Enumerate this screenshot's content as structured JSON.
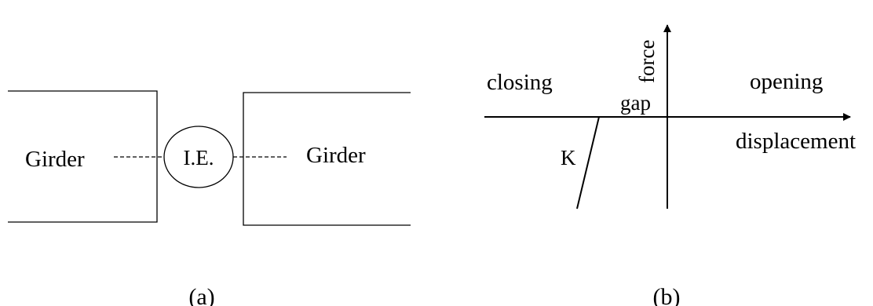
{
  "panel_a": {
    "left_label": "Girder",
    "element_label": "I.E.",
    "right_label": "Girder",
    "caption": "(a)"
  },
  "panel_b": {
    "y_axis_label": "force",
    "x_axis_label": "displacement",
    "left_region_label": "closing",
    "right_region_label": "opening",
    "gap_label": "gap",
    "stiffness_label": "K",
    "caption": "(b)"
  },
  "colors": {
    "stroke": "#000000",
    "background": "#ffffff"
  }
}
